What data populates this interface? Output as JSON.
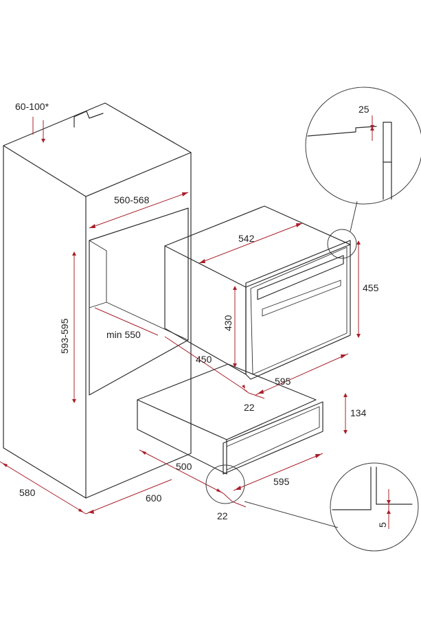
{
  "colors": {
    "outline": "#2b2b2b",
    "dimension": "#a8202a",
    "text": "#222222",
    "background": "#ffffff"
  },
  "labels": {
    "cutout_top_gap": "60-100*",
    "niche_width": "560-568",
    "niche_height": "593-595",
    "niche_depth_min": "min 550",
    "cabinet_depth": "580",
    "cabinet_width": "600",
    "oven_body_width": "542",
    "oven_front_height": "455",
    "oven_body_height": "430",
    "oven_body_depth": "450",
    "oven_front_width": "595",
    "oven_front_thickness": "22",
    "drawer_height": "134",
    "drawer_depth": "500",
    "drawer_front_width": "595",
    "drawer_front_thickness": "22",
    "detail_top_gap": "25",
    "detail_bottom_gap": "5"
  }
}
